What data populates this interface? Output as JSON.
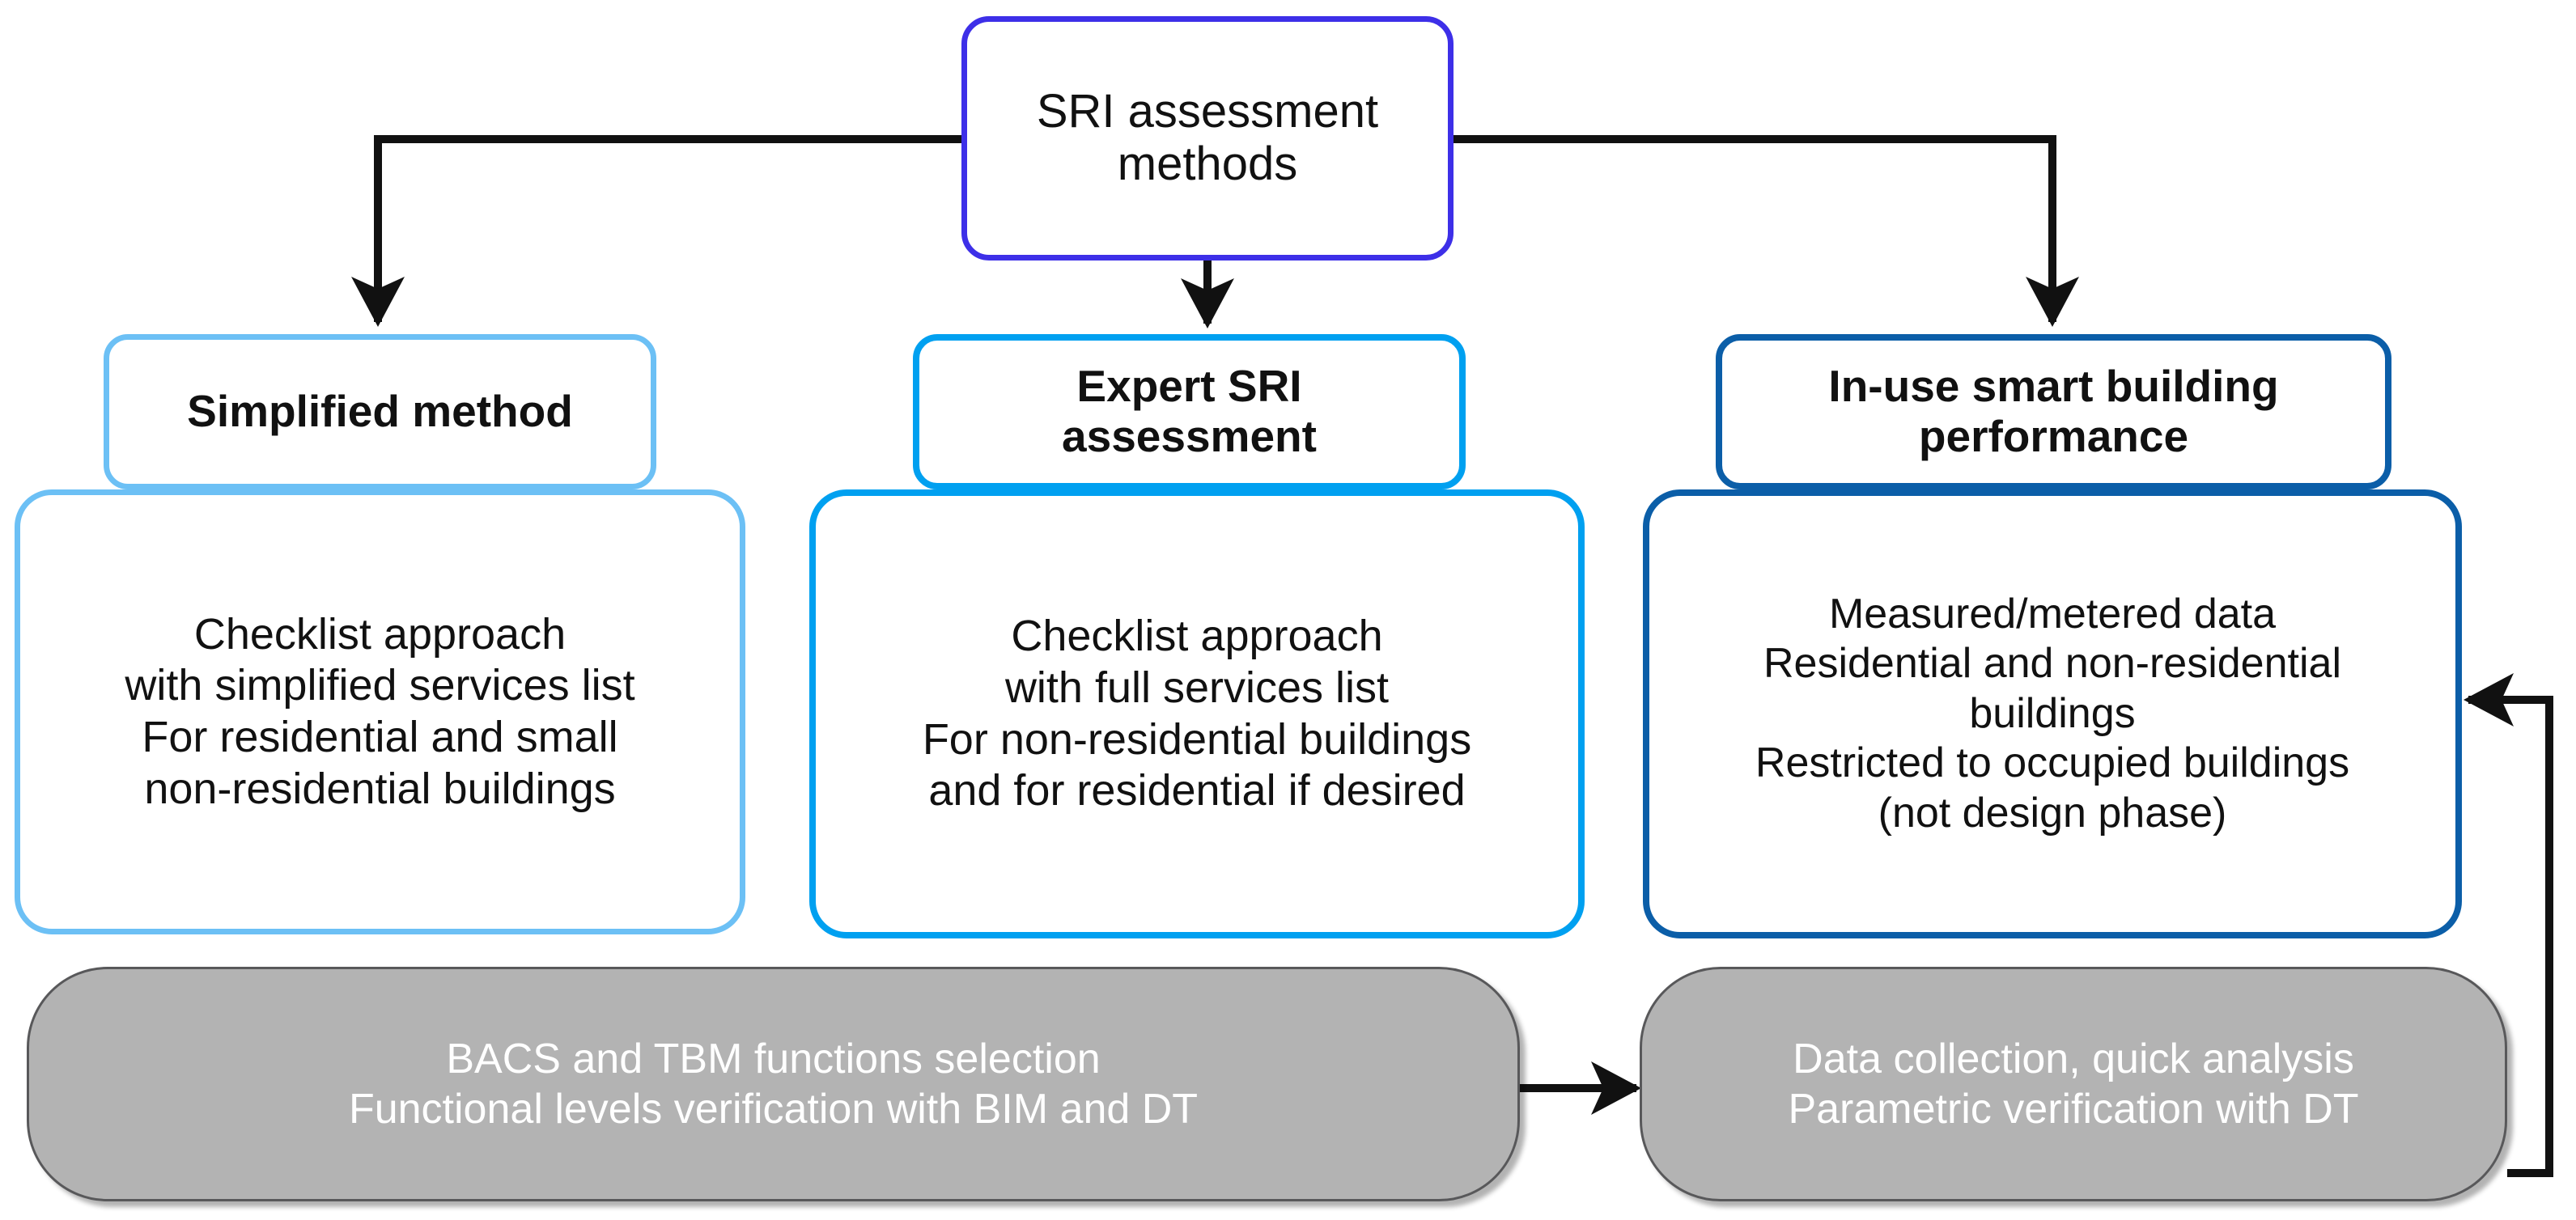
{
  "diagram": {
    "title": "SRI assessment methods overview",
    "root": {
      "label": "SRI assessment\nmethods",
      "border_color": "#3d2fe8"
    },
    "columns": [
      {
        "id": "simplified",
        "header": "Simplified method",
        "header_border_color": "#6cc0f5",
        "body": "Checklist approach\nwith simplified services list\nFor residential and small\nnon-residential buildings",
        "body_border_color": "#6cc0f5"
      },
      {
        "id": "expert",
        "header": "Expert SRI\nassessment",
        "header_border_color": "#00a0f0",
        "body": "Checklist approach\nwith full services list\nFor non-residential buildings\nand for residential if desired",
        "body_border_color": "#00a0f0"
      },
      {
        "id": "in-use",
        "header": "In-use smart building\nperformance",
        "header_border_color": "#0b5ea8",
        "body": "Measured/metered data\nResidential and non-residential\nbuildings\nRestricted to occupied buildings\n(not design phase)",
        "body_border_color": "#0b5ea8"
      }
    ],
    "process_boxes": [
      {
        "id": "bacs-tbm",
        "label": "BACS and TBM functions selection\nFunctional levels verification with BIM and DT",
        "fill_color": "#b3b3b3",
        "text_color": "#ffffff"
      },
      {
        "id": "data-collection",
        "label": "Data collection, quick analysis\nParametric verification with DT",
        "fill_color": "#b3b3b3",
        "text_color": "#ffffff"
      }
    ],
    "connectors": [
      {
        "id": "root-to-simplified",
        "name": "arrow-root-to-simplified"
      },
      {
        "id": "root-to-expert",
        "name": "arrow-root-to-expert"
      },
      {
        "id": "root-to-in-use",
        "name": "arrow-root-to-in-use"
      },
      {
        "id": "bacs-to-data",
        "name": "arrow-bacs-to-data-collection"
      },
      {
        "id": "data-feedback",
        "name": "arrow-data-collection-feedback-loop"
      }
    ]
  }
}
